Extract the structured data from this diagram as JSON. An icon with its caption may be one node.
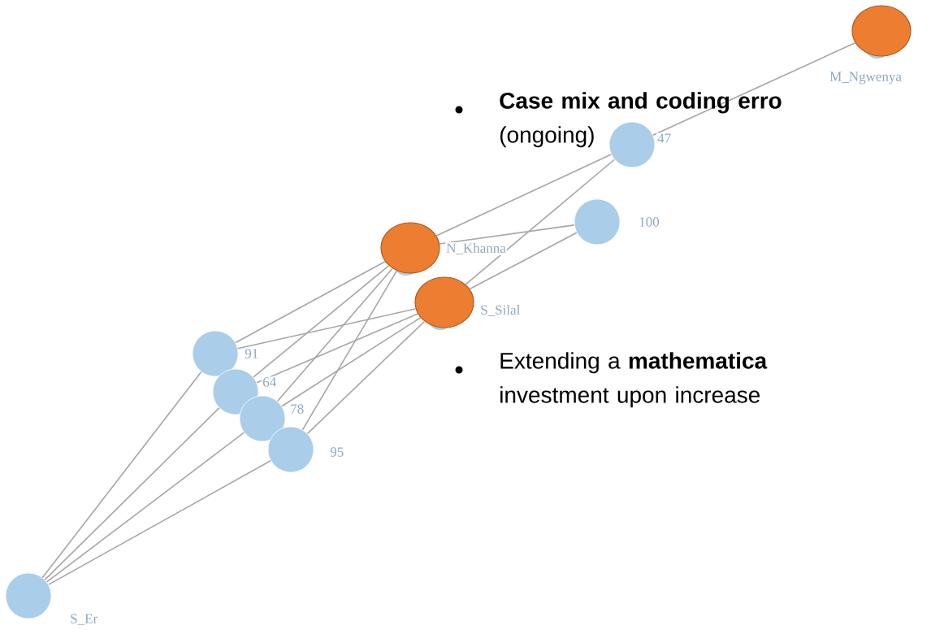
{
  "diagram": {
    "nodes": [
      {
        "text": [],
        "shape": "circle",
        "beside": [
          "M_Ngwenya"
        ]
      },
      {
        "text": [],
        "shape": "circle",
        "beside": [
          "47"
        ]
      },
      {
        "text": [],
        "shape": "circle",
        "beside": [
          "100"
        ]
      },
      {
        "text": [],
        "shape": "circle",
        "beside": [
          "N_Khanna"
        ]
      },
      {
        "text": [],
        "shape": "circle",
        "beside": [
          "S_Silal"
        ]
      },
      {
        "text": [],
        "shape": "circle",
        "beside": [
          "91"
        ]
      },
      {
        "text": [],
        "shape": "circle",
        "beside": [
          "64"
        ]
      },
      {
        "text": [],
        "shape": "circle",
        "beside": [
          "78"
        ]
      },
      {
        "text": [],
        "shape": "circle",
        "beside": [
          "95"
        ]
      },
      {
        "text": [],
        "shape": "circle",
        "beside": [
          "S_Er"
        ]
      }
    ],
    "edges": [
      {
        "from": 0,
        "to": 1,
        "arrow": "none"
      },
      {
        "from": 1,
        "to": 3,
        "arrow": "none"
      },
      {
        "from": 1,
        "to": 4,
        "arrow": "none"
      },
      {
        "from": 2,
        "to": 3,
        "arrow": "none"
      },
      {
        "from": 2,
        "to": 4,
        "arrow": "none"
      },
      {
        "from": 3,
        "to": 5,
        "arrow": "none"
      },
      {
        "from": 3,
        "to": 6,
        "arrow": "none"
      },
      {
        "from": 3,
        "to": 7,
        "arrow": "none"
      },
      {
        "from": 3,
        "to": 8,
        "arrow": "none"
      },
      {
        "from": 4,
        "to": 5,
        "arrow": "none"
      },
      {
        "from": 4,
        "to": 6,
        "arrow": "none"
      },
      {
        "from": 4,
        "to": 7,
        "arrow": "none"
      },
      {
        "from": 4,
        "to": 8,
        "arrow": "none"
      },
      {
        "from": 9,
        "to": 5,
        "arrow": "none"
      },
      {
        "from": 9,
        "to": 6,
        "arrow": "none"
      },
      {
        "from": 9,
        "to": 7,
        "arrow": "none"
      },
      {
        "from": 9,
        "to": 8,
        "arrow": "none"
      }
    ],
    "labels": [
      "**Case mix and coding erro** (ongoing)",
      "Extending a **mathematica** investment upon increase"
    ]
  }
}
